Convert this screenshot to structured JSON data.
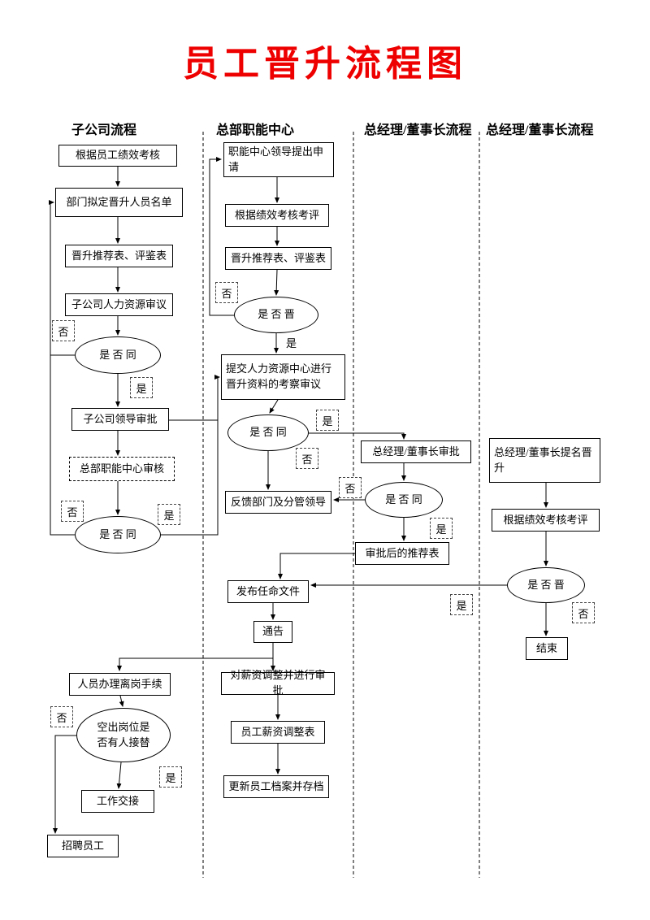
{
  "title": "员工晋升流程图",
  "title_color": "#ee0000",
  "line_color": "#000000",
  "lanes": {
    "l1": "子公司流程",
    "l2": "总部职能中心",
    "l3": "总经理/董事长流程",
    "l4": "总经理/董事长流程"
  },
  "c1": {
    "n1": "根据员工绩效考核",
    "n2": "部门拟定晋升人员名单",
    "n3": "晋升推荐表、评鉴表",
    "n4": "子公司人力资源审议",
    "d1": "是 否 同",
    "n5": "子公司领导审批",
    "n6": "总部职能中心审核",
    "d2": "是 否 同",
    "n7": "人员办理离岗手续",
    "d3a": "空出岗位是",
    "d3b": "否有人接替",
    "n8": "工作交接",
    "n9": "招聘员工"
  },
  "c2": {
    "n1": "职能中心领导提出申请",
    "n2": "根据绩效考核考评",
    "n3": "晋升推荐表、评鉴表",
    "d1": "是 否 晋",
    "n4": "提交人力资源中心进行晋升资料的考察审议",
    "d2": "是 否 同",
    "n5": "反馈部门及分管领导",
    "n6": "发布任命文件",
    "n7": "通告",
    "n8": "对薪资调整并进行审批",
    "n9": "员工薪资调整表",
    "n10": "更新员工档案并存档"
  },
  "c3": {
    "n1": "总经理/董事长审批",
    "d1": "是 否 同",
    "n2": "审批后的推荐表"
  },
  "c4": {
    "n1": "总经理/董事长提名晋升",
    "n2": "根据绩效考核考评",
    "d1": "是 否 晋",
    "n3": "结束"
  },
  "labels": {
    "yes": "是",
    "no": "否"
  }
}
